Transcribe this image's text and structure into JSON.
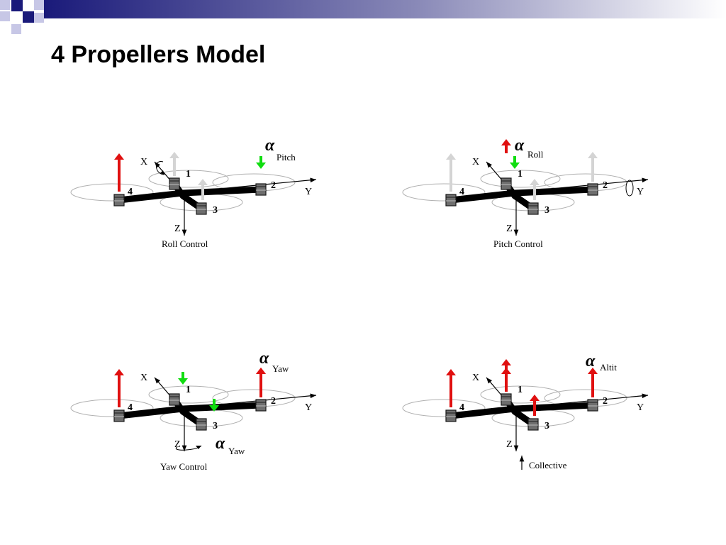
{
  "slide": {
    "title": "4 Propellers Model"
  },
  "colors": {
    "header_dark": "#1a1a7a",
    "up_arrow": "#e01010",
    "down_arrow": "#10dd10",
    "neutral_arrow": "#d4d4d4",
    "frame": "#000000"
  },
  "panels": [
    {
      "labels": {
        "x": "X",
        "y": "Y",
        "z": "Z",
        "r1": "1",
        "r2": "2",
        "r3": "3",
        "r4": "4"
      },
      "caption": "Roll Control",
      "alpha_symbol": "α",
      "alpha_sub": "Pitch"
    },
    {
      "labels": {
        "x": "X",
        "y": "Y",
        "z": "Z",
        "r1": "1",
        "r2": "2",
        "r3": "3",
        "r4": "4"
      },
      "caption": "Pitch Control",
      "alpha_symbol": "α",
      "alpha_sub": "Roll"
    },
    {
      "labels": {
        "x": "X",
        "y": "Y",
        "z": "Z",
        "r1": "1",
        "r2": "2",
        "r3": "3",
        "r4": "4"
      },
      "caption": "Yaw Control",
      "alpha_symbol": "α",
      "alpha_sub": "Yaw",
      "alpha2_symbol": "α",
      "alpha2_sub": "Yaw"
    },
    {
      "labels": {
        "x": "X",
        "y": "Y",
        "z": "Z",
        "r1": "1",
        "r2": "2",
        "r3": "3",
        "r4": "4"
      },
      "caption": "Collective",
      "alpha_symbol": "α",
      "alpha_sub": "Altit"
    }
  ]
}
